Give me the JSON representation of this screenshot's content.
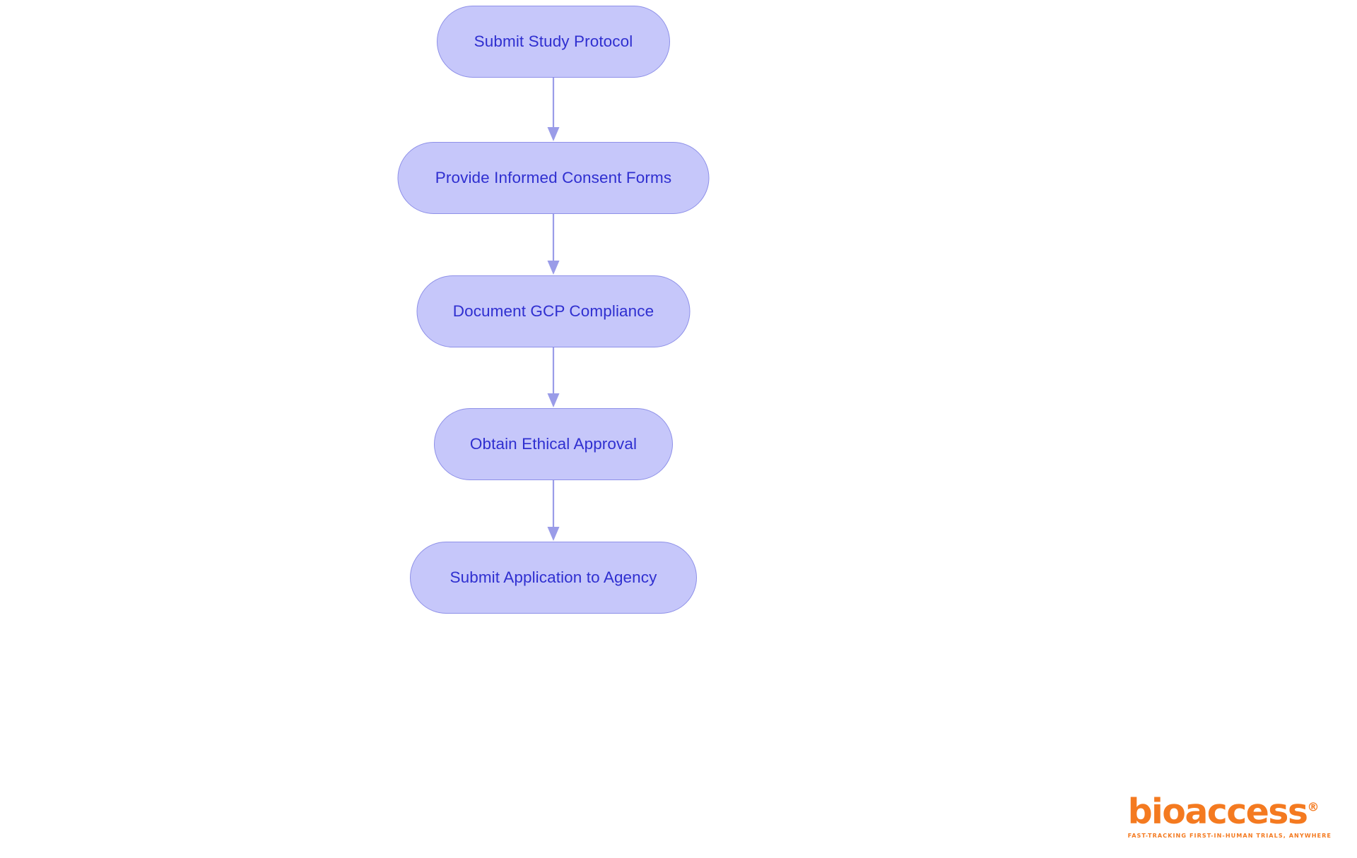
{
  "diagram": {
    "type": "flowchart",
    "orientation": "top-to-bottom",
    "background_color": "#ffffff",
    "node_fill_color": "#c6c7fa",
    "node_border_color": "#8e90e8",
    "node_text_color": "#2f2fd0",
    "connector_color": "#9a9ce8",
    "nodes": [
      {
        "id": "step-1",
        "label": "Submit Study Protocol"
      },
      {
        "id": "step-2",
        "label": "Provide Informed Consent Forms"
      },
      {
        "id": "step-3",
        "label": "Document GCP Compliance"
      },
      {
        "id": "step-4",
        "label": "Obtain Ethical Approval"
      },
      {
        "id": "step-5",
        "label": "Submit Application to Agency"
      }
    ],
    "edges": [
      {
        "from": "step-1",
        "to": "step-2",
        "arrow": "down"
      },
      {
        "from": "step-2",
        "to": "step-3",
        "arrow": "down"
      },
      {
        "from": "step-3",
        "to": "step-4",
        "arrow": "down"
      },
      {
        "from": "step-4",
        "to": "step-5",
        "arrow": "down"
      }
    ]
  },
  "brand": {
    "wordmark": "bioaccess",
    "registered_mark": "®",
    "tagline": "FAST-TRACKING FIRST-IN-HUMAN TRIALS, ANYWHERE",
    "color": "#f47a20"
  }
}
